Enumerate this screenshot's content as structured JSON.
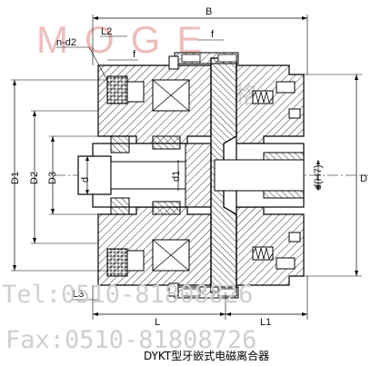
{
  "diagram": {
    "caption": "DYKT型牙嵌式电磁离合器",
    "watermark": {
      "brand": "MOGE",
      "brand_cn": "格",
      "tel": "Tel:0510-81808826",
      "fax": "Fax:0510-81808726"
    },
    "dimensions": {
      "B": "B",
      "L": "L",
      "L1": "L1",
      "L2": "L2",
      "L3": "L3",
      "n_d2": "n-d2",
      "f": "f",
      "D": "D",
      "D1": "D1",
      "D2": "D2",
      "D3": "D3",
      "d": "d",
      "d1": "d1",
      "dH7": "d(H7)"
    },
    "colors": {
      "line": "#000000",
      "watermark_brand": "#e9a9a6",
      "watermark_text": "#cfcfcf"
    }
  }
}
